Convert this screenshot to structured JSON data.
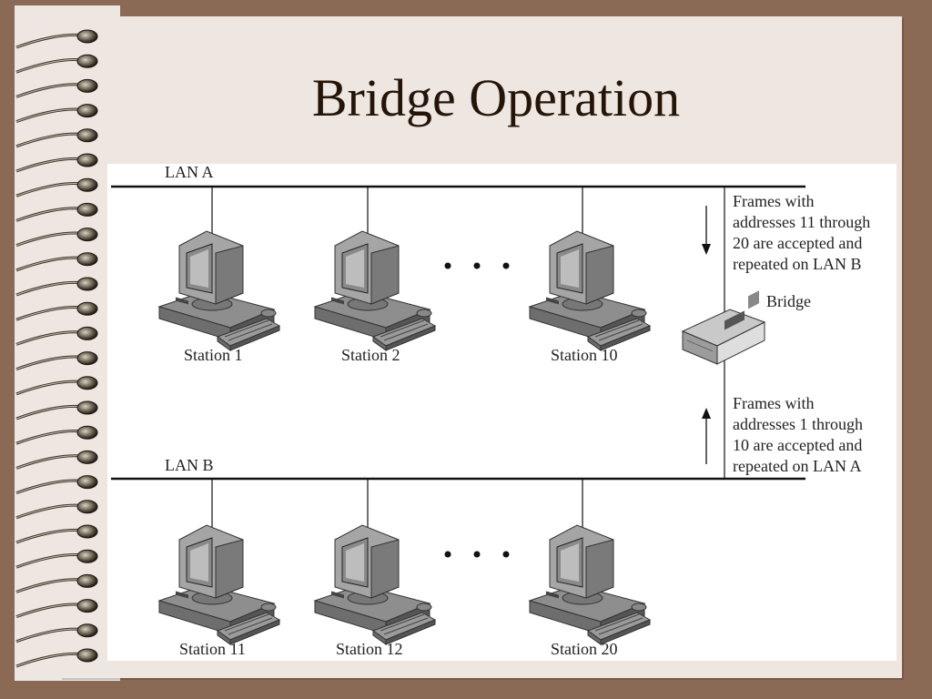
{
  "slide": {
    "title": "Bridge Operation"
  },
  "diagram": {
    "lan_a_label": "LAN A",
    "lan_b_label": "LAN B",
    "lan_a_stations": [
      "Station 1",
      "Station 2",
      "Station 10"
    ],
    "lan_b_stations": [
      "Station 11",
      "Station 12",
      "Station 20"
    ],
    "bridge_label": "Bridge",
    "note_a_to_b": [
      "Frames with",
      "addresses 11 through",
      "20 are accepted and",
      "repeated on LAN B"
    ],
    "note_b_to_a": [
      "Frames with",
      "addresses 1 through",
      "10 are accepted and",
      "repeated on LAN A"
    ]
  },
  "colors": {
    "frame_brown": "#8b6a55",
    "slide_background": "#ede6e1",
    "title_text": "#241508",
    "computer_gray": "#9a9a9a"
  },
  "icons": {
    "spiral_binding": "spiral-binding-icon",
    "computer": "computer-icon",
    "bridge": "bridge-device-icon",
    "arrow_down": "arrow-down-icon",
    "arrow_up": "arrow-up-icon"
  }
}
